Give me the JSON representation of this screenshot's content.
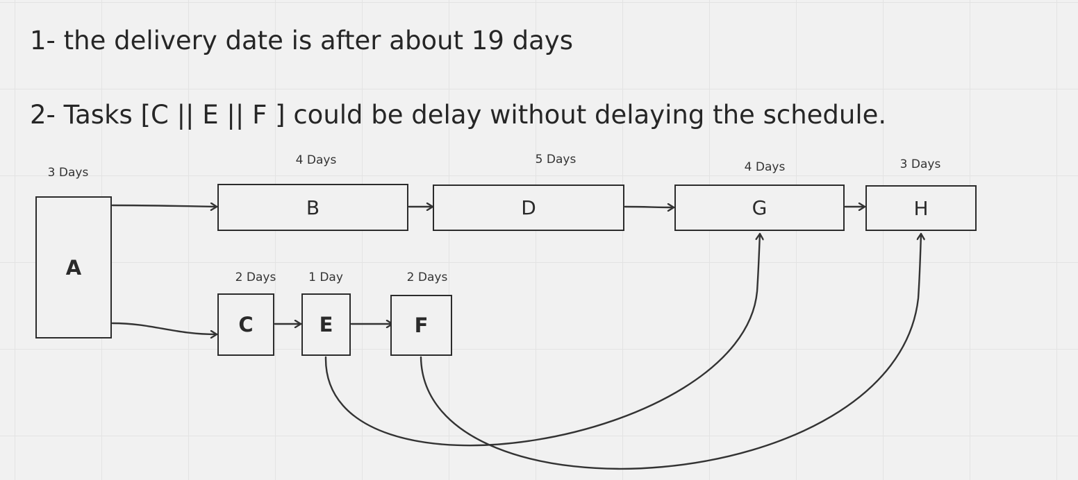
{
  "notes": {
    "line1": "1- the delivery date is after about 19 days",
    "line2": "2- Tasks [C || E || F ] could be delay without delaying the schedule."
  },
  "tasks": {
    "A": {
      "label": "A",
      "duration": "3 Days"
    },
    "B": {
      "label": "B",
      "duration": "4 Days"
    },
    "D": {
      "label": "D",
      "duration": "5 Days"
    },
    "G": {
      "label": "G",
      "duration": "4 Days"
    },
    "H": {
      "label": "H",
      "duration": "3 Days"
    },
    "C": {
      "label": "C",
      "duration": "2 Days"
    },
    "E": {
      "label": "E",
      "duration": "1 Day"
    },
    "F": {
      "label": "F",
      "duration": "2 Days"
    }
  },
  "dependencies": [
    {
      "from": "A",
      "to": "B"
    },
    {
      "from": "A",
      "to": "C"
    },
    {
      "from": "B",
      "to": "D"
    },
    {
      "from": "D",
      "to": "G"
    },
    {
      "from": "G",
      "to": "H"
    },
    {
      "from": "C",
      "to": "E"
    },
    {
      "from": "E",
      "to": "F"
    },
    {
      "from": "E",
      "to": "G"
    },
    {
      "from": "F",
      "to": "H"
    }
  ],
  "colors": {
    "background": "#f1f1f1",
    "grid": "#e3e3e3",
    "stroke": "#2b2b2b",
    "text": "#262626"
  }
}
